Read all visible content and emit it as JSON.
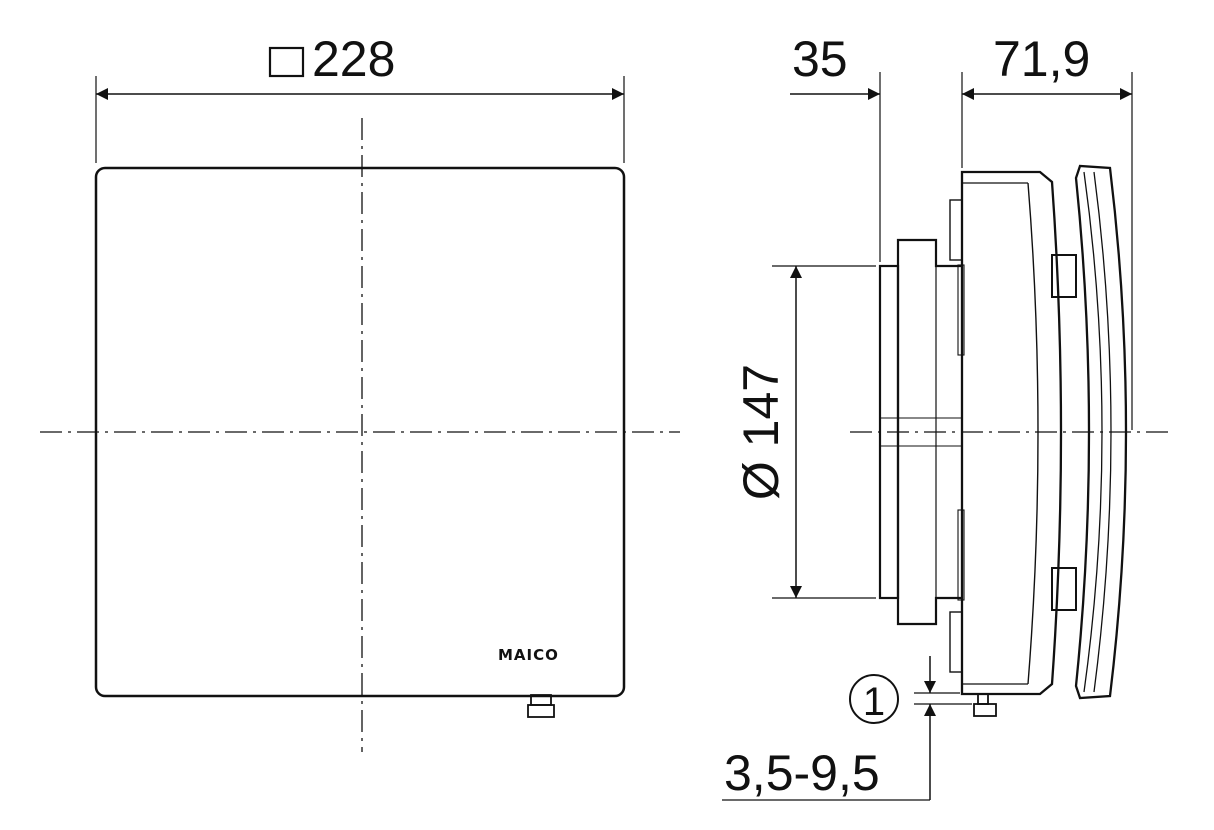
{
  "dimensions": {
    "width_square": "228",
    "depth_spigot": "35",
    "depth_body": "71,9",
    "diameter": "Ø 147",
    "gap": "3,5-9,5"
  },
  "callout": "1",
  "logo": "MAICO",
  "colors": {
    "line": "#111111",
    "background": "#ffffff"
  }
}
